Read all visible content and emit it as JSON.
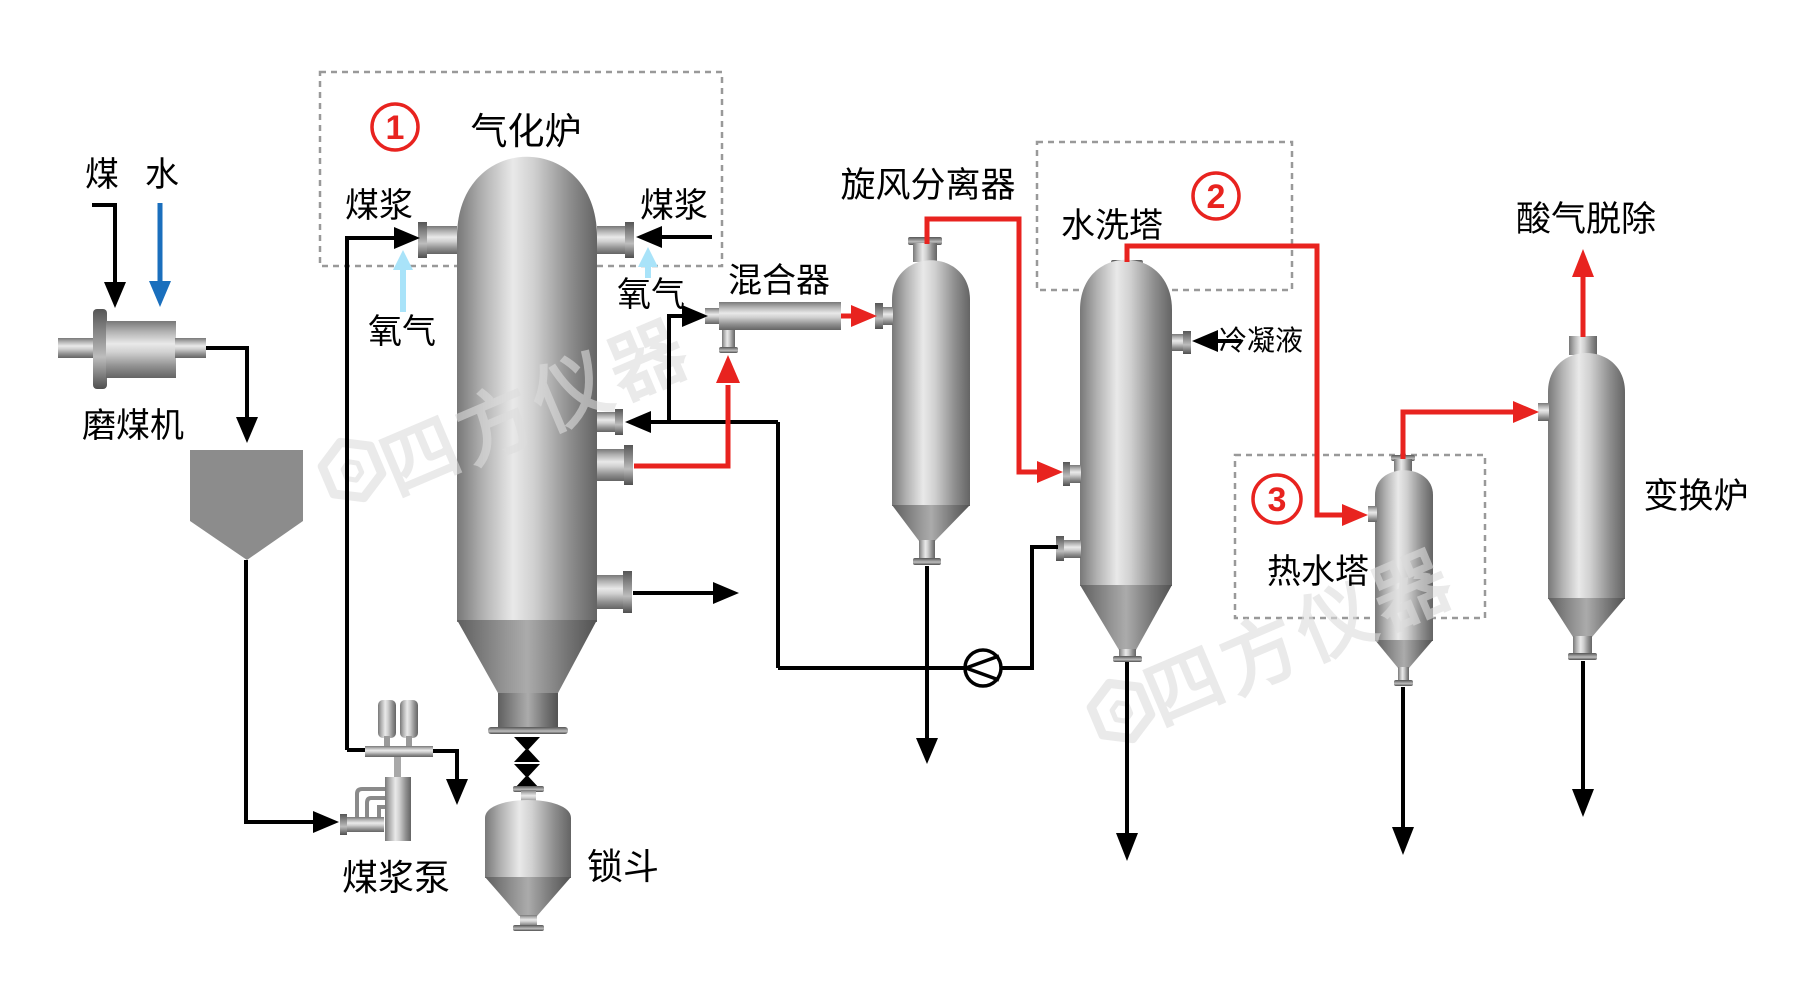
{
  "colors": {
    "background": "#ffffff",
    "line_black": "#000000",
    "line_red": "#e8231f",
    "water_arrow_blue": "#1a6fbd",
    "oxygen_arrow_lightblue": "#a9e3f9",
    "step_red": "#e8231f",
    "dashed_box_gray": "#999999",
    "watermark_gray": "#dcdcdc"
  },
  "labels": {
    "coal": "煤",
    "water": "水",
    "coal_mill": "磨煤机",
    "slurry_pump": "煤浆泵",
    "lock_hopper": "锁斗",
    "coal_slurry_left": "煤浆",
    "coal_slurry_right": "煤浆",
    "oxygen_left": "氧气",
    "oxygen_right": "氧气",
    "gasifier": "气化炉",
    "mixer": "混合器",
    "cyclone_separator": "旋风分离器",
    "wash_tower": "水洗塔",
    "condensate": "冷凝液",
    "hot_water_tower": "热水塔",
    "shift_converter": "变换炉",
    "acid_gas_removal": "酸气脱除"
  },
  "steps": {
    "step1": "1",
    "step2": "2",
    "step3": "3"
  },
  "watermark": {
    "text": "四方仪器"
  }
}
